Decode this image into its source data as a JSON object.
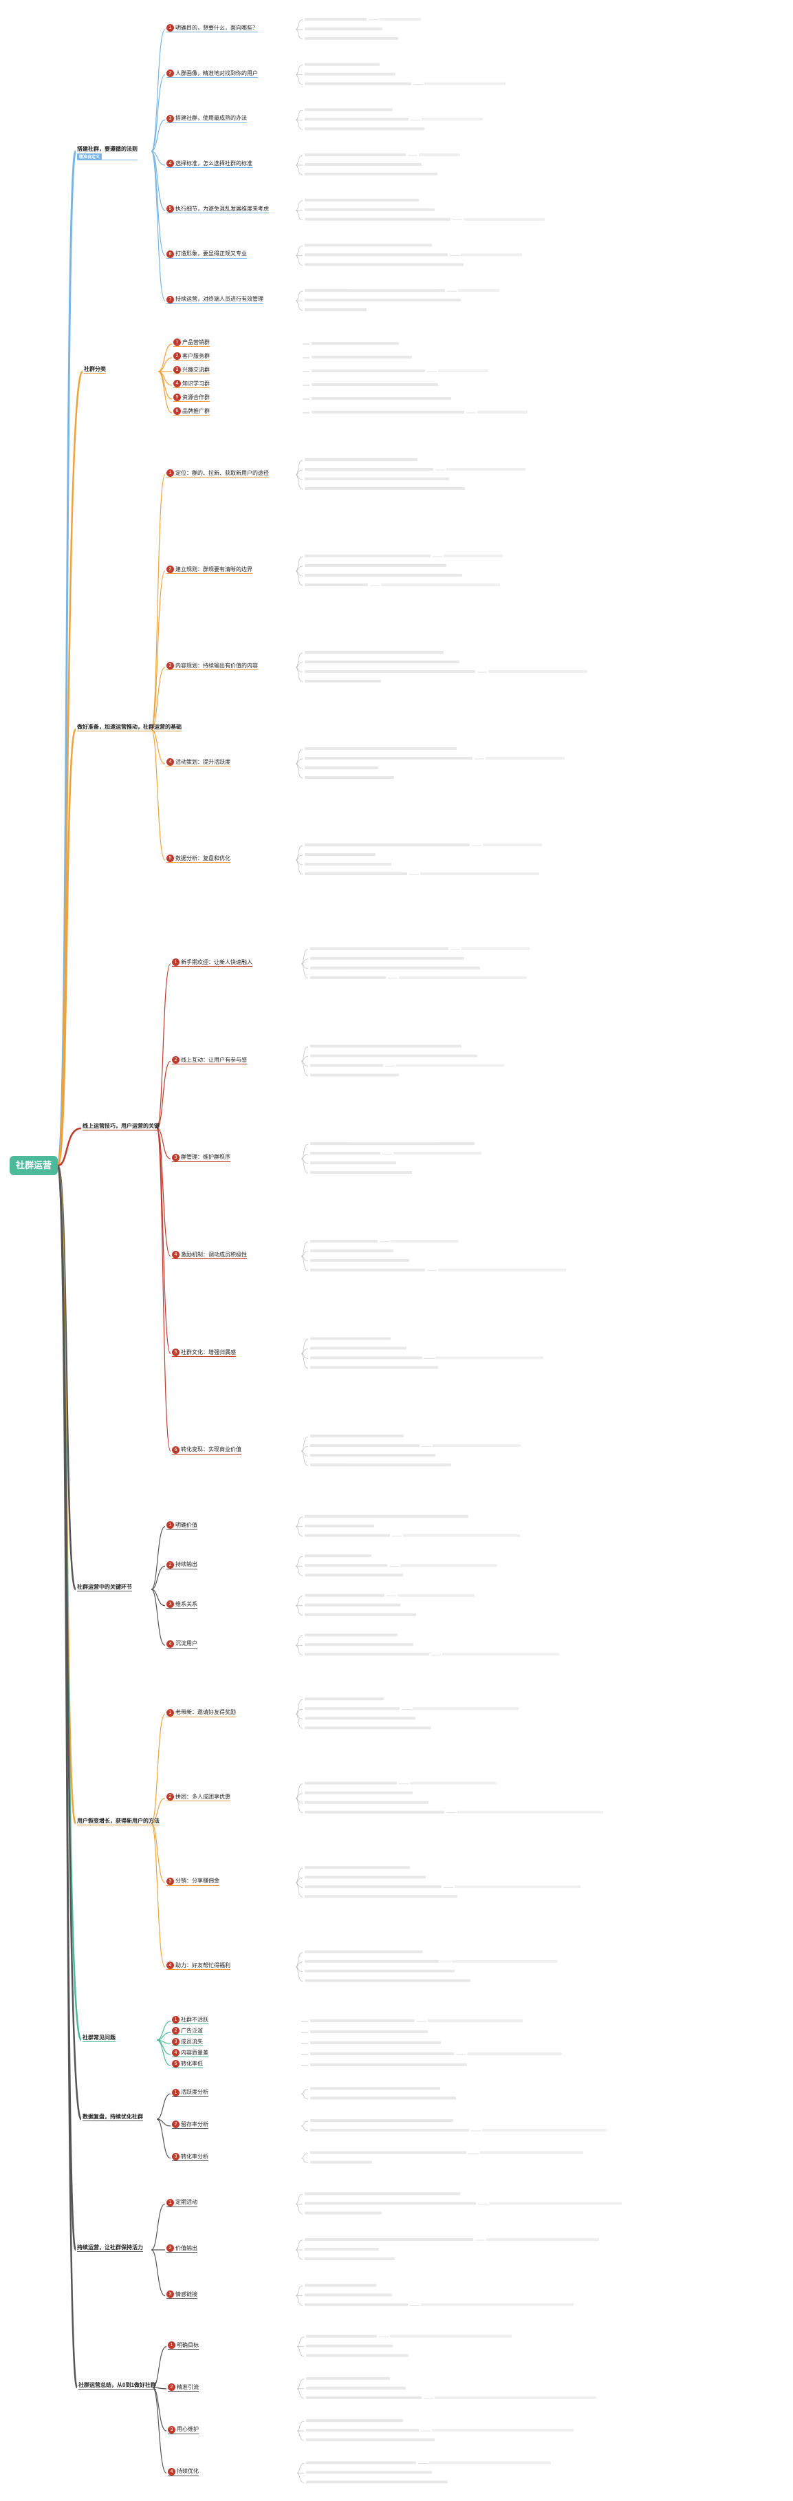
{
  "root": {
    "title": "社群运营"
  },
  "colors": {
    "blue": "#78b4e6",
    "orange": "#f0a23a",
    "red": "#c0392b",
    "green": "#4cb99a",
    "gray": "#555555",
    "pink": "#e58bb2",
    "teal": "#3aa88c"
  },
  "branches": [
    {
      "id": "b1",
      "label": "搭建社群，要遵循的法则",
      "tag": "精准自定义",
      "color": "blue",
      "children": [
        "明确目的，想要什么，面向哪些？",
        "人群画像，精准地对找到你的用户",
        "搭建社群，使用最成熟的办法",
        "选择标准，怎么选择社群的标准",
        "执行细节，为避免混乱发展维度来考虑",
        "打造形象，要显得正规又专业",
        "持续运营，对终端人员进行有效管理"
      ]
    },
    {
      "id": "b2",
      "label": "社群分类",
      "tag": "",
      "color": "orange",
      "children": [
        "产品营销群",
        "客户服务群",
        "兴趣交流群",
        "知识学习群",
        "资源合作群",
        "品牌推广群"
      ]
    },
    {
      "id": "b3",
      "label": "做好准备，加速运营推动，社群运营的基础",
      "tag": "",
      "color": "orange",
      "children": [
        "定位：群的、拉新、获取新用户的途径",
        "建立规则：群规要有清晰的边界",
        "内容规划：持续输出有价值的内容",
        "活动策划：提升活跃度",
        "数据分析：复盘和优化"
      ]
    },
    {
      "id": "b4",
      "label": "线上运营技巧，用户运营的关键",
      "tag": "",
      "color": "red",
      "children": [
        "新手期欢迎：让新人快速融入",
        "线上互动：让用户有参与感",
        "群管理：维护群秩序",
        "激励机制：调动成员积极性",
        "社群文化：增强归属感",
        "转化变现：实现商业价值"
      ]
    },
    {
      "id": "b5",
      "label": "社群运营中的关键环节",
      "tag": "",
      "color": "gray",
      "children": [
        "明确价值",
        "持续输出",
        "维系关系",
        "沉淀用户"
      ]
    },
    {
      "id": "b6",
      "label": "用户裂变增长，获得新用户的方法",
      "tag": "",
      "color": "orange",
      "children": [
        "老带新：邀请好友得奖励",
        "拼团：多人成团享优惠",
        "分销：分享赚佣金",
        "助力：好友帮忙得福利"
      ]
    },
    {
      "id": "b7",
      "label": "社群常见问题",
      "tag": "",
      "color": "green",
      "children": [
        "社群不活跃",
        "广告泛滥",
        "成员流失",
        "内容质量差",
        "转化率低"
      ]
    },
    {
      "id": "b8",
      "label": "数据复盘，持续优化社群",
      "tag": "",
      "color": "gray",
      "children": [
        "活跃度分析",
        "留存率分析",
        "转化率分析"
      ]
    },
    {
      "id": "b9",
      "label": "持续运营，让社群保持活力",
      "tag": "",
      "color": "gray",
      "children": [
        "定期活动",
        "价值输出",
        "情感链接"
      ]
    },
    {
      "id": "b10",
      "label": "社群运营总结，从0到1做好社群",
      "tag": "",
      "color": "gray",
      "children": [
        "明确目标",
        "精准引流",
        "用心维护",
        "持续优化"
      ]
    }
  ]
}
